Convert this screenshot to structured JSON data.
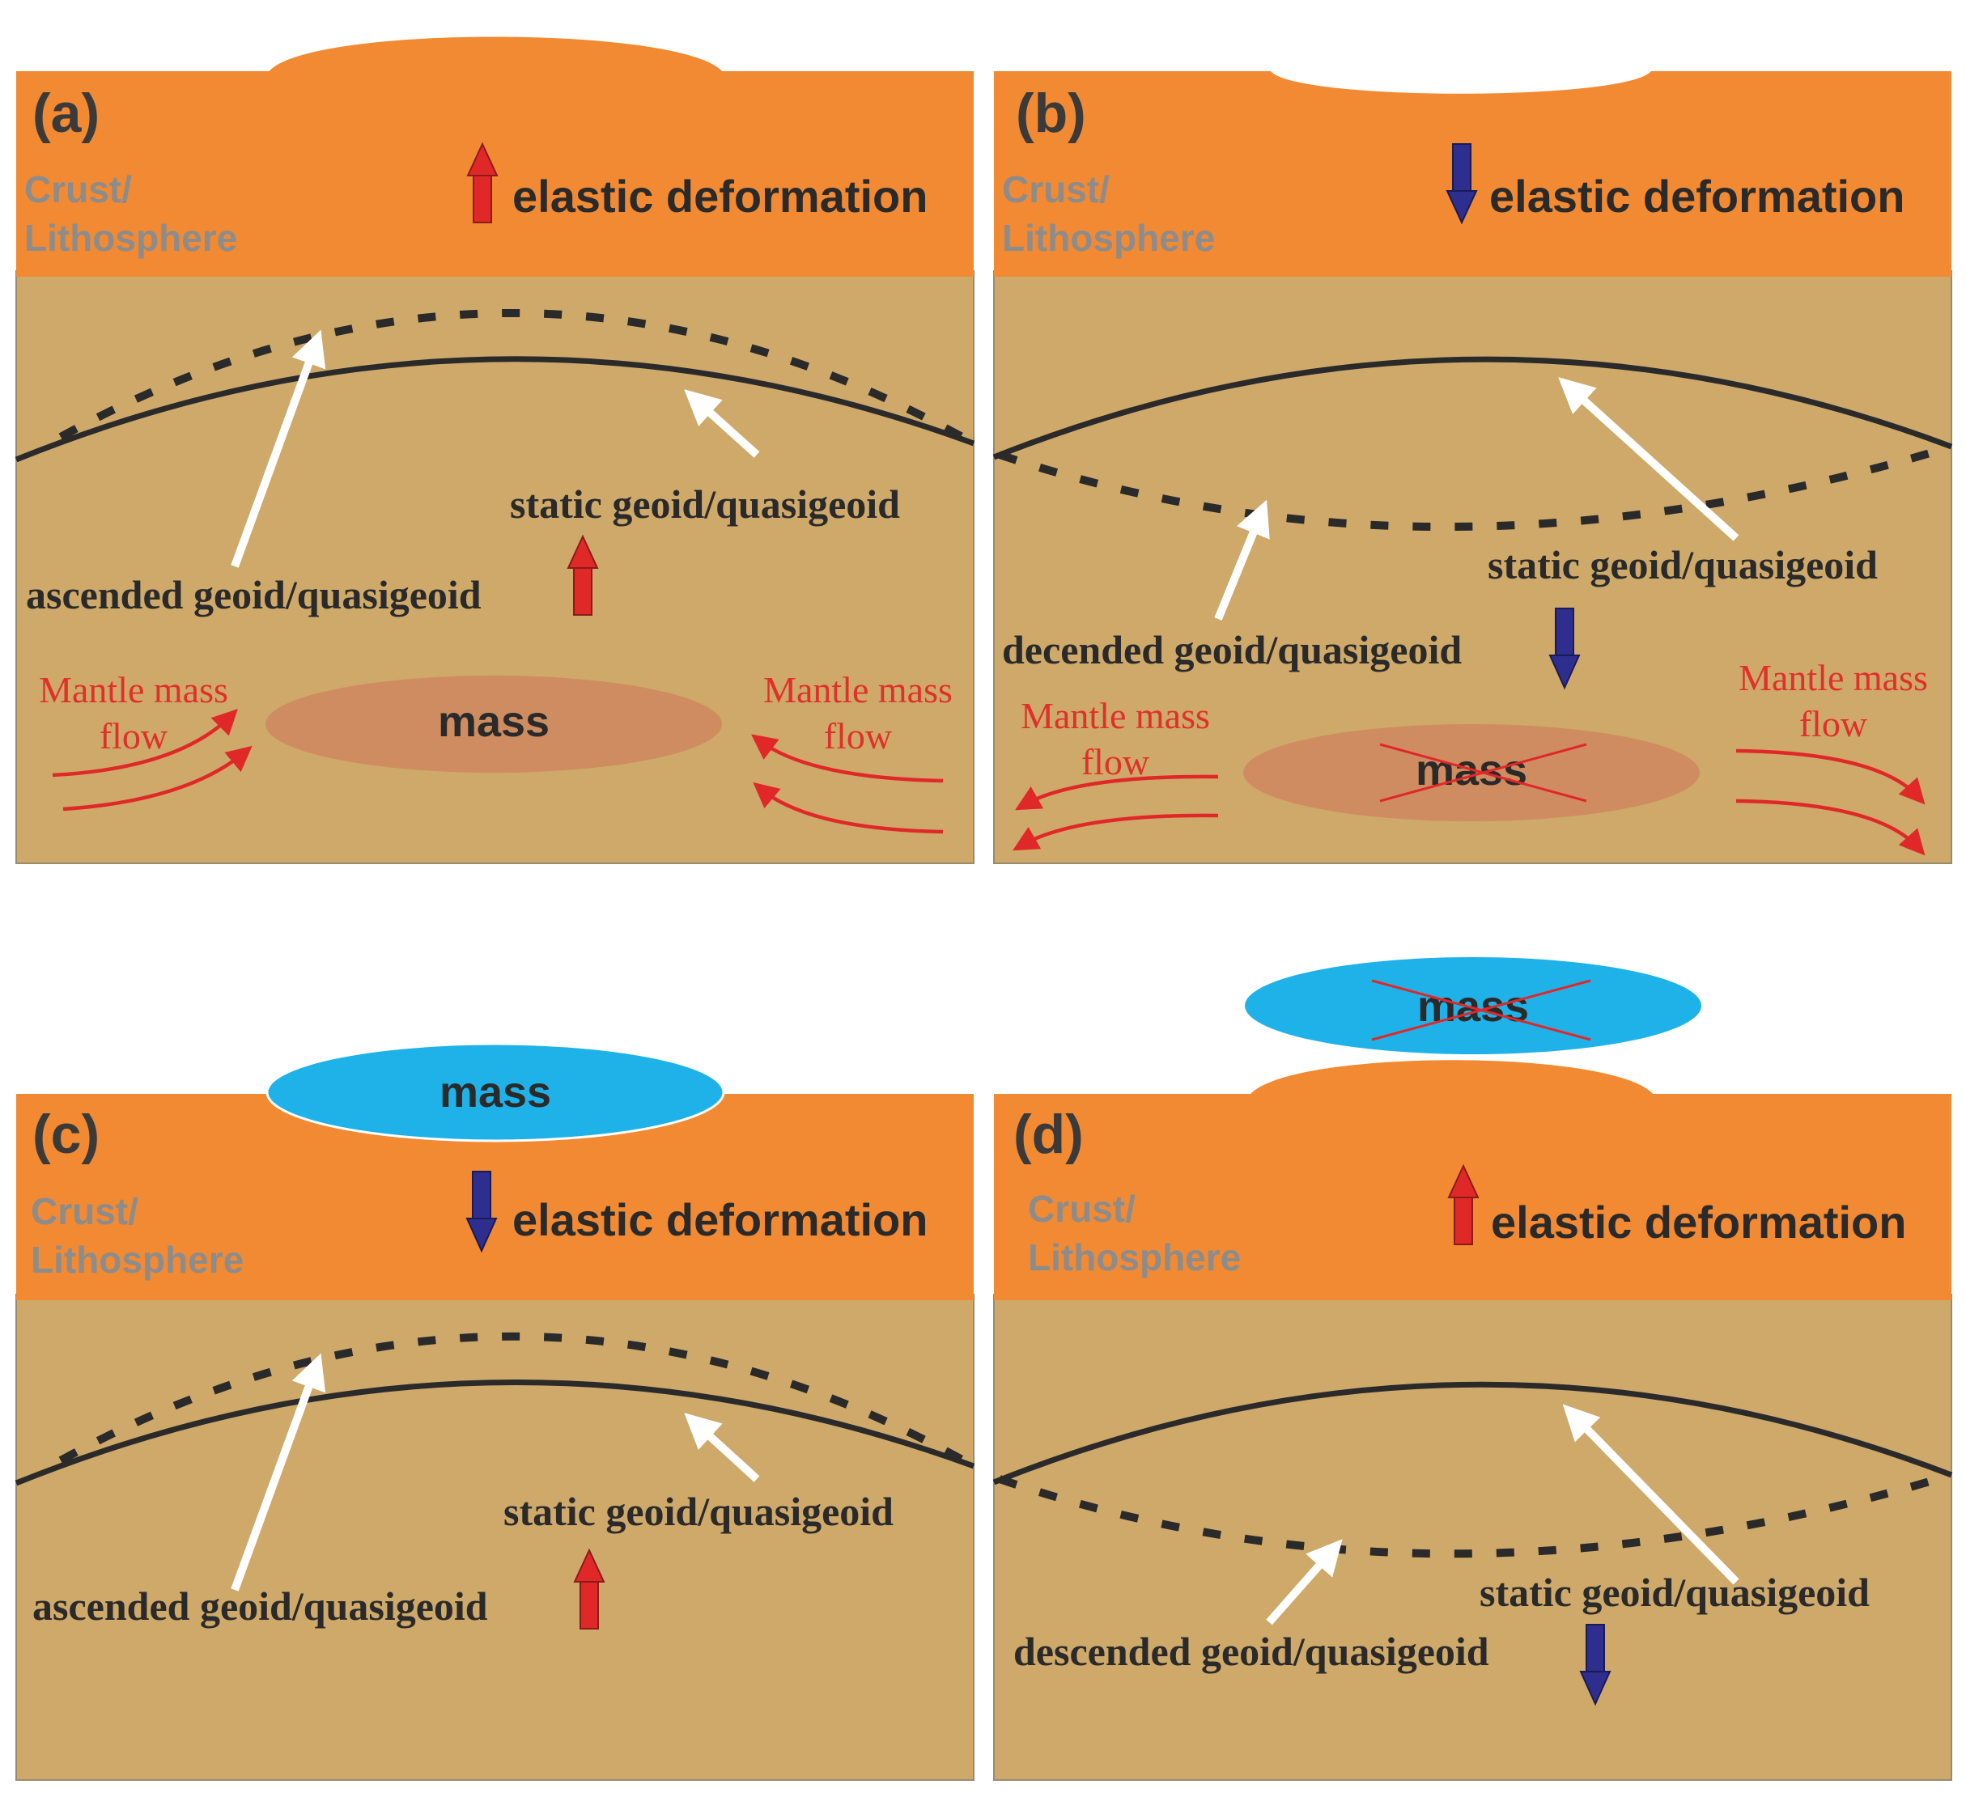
{
  "colors": {
    "crust": "#F18A33",
    "mantle": "#CEA96A",
    "mantle_mass": "#CF8C60",
    "ice_mass": "#1FB2E9",
    "red_arrow": "#E02828",
    "blue_arrow": "#2E2E8F",
    "flow_text": "#E0302A",
    "crust_text": "#8C8C8C",
    "dark_text": "#2A2A2A"
  },
  "panels": {
    "a": {
      "letter": "(a)",
      "crust": "Crust/",
      "lithosphere": "Lithosphere",
      "elastic": "elastic deformation",
      "static": "static geoid/quasigeoid",
      "shifted": "ascended geoid/quasigeoid",
      "mass": "mass",
      "flow_left_1": "Mantle mass",
      "flow_left_2": "flow",
      "flow_right_1": "Mantle mass",
      "flow_right_2": "flow"
    },
    "b": {
      "letter": "(b)",
      "crust": "Crust/",
      "lithosphere": "Lithosphere",
      "elastic": "elastic deformation",
      "static": "static geoid/quasigeoid",
      "shifted": "decended geoid/quasigeoid",
      "mass": "mass",
      "flow_left_1": "Mantle mass",
      "flow_left_2": "flow",
      "flow_right_1": "Mantle mass",
      "flow_right_2": "flow"
    },
    "c": {
      "letter": "(c)",
      "crust": "Crust/",
      "lithosphere": "Lithosphere",
      "elastic": "elastic deformation",
      "static": "static geoid/quasigeoid",
      "shifted": "ascended geoid/quasigeoid",
      "mass": "mass"
    },
    "d": {
      "letter": "(d)",
      "crust": "Crust/",
      "lithosphere": "Lithosphere",
      "elastic": "elastic deformation",
      "static": "static geoid/quasigeoid",
      "shifted": "descended geoid/quasigeoid",
      "mass": "mass"
    }
  }
}
